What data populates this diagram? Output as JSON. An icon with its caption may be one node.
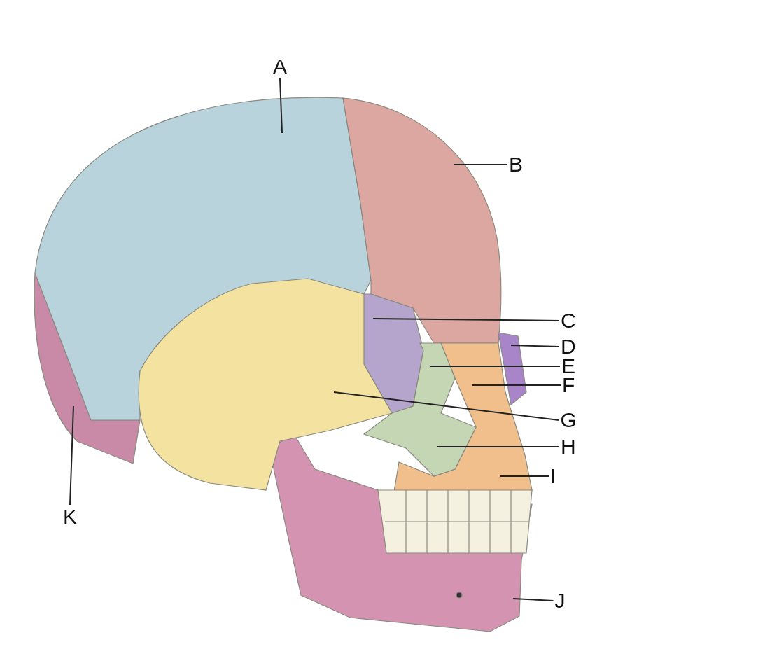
{
  "diagram": {
    "nodes": [
      {
        "text": [
          "A"
        ]
      },
      {
        "text": [
          "B"
        ]
      },
      {
        "text": [
          "C"
        ]
      },
      {
        "text": [
          "D"
        ]
      },
      {
        "text": [
          "E"
        ]
      },
      {
        "text": [
          "F"
        ]
      },
      {
        "text": [
          "G"
        ]
      },
      {
        "text": [
          "H"
        ]
      },
      {
        "text": [
          "I"
        ]
      },
      {
        "text": [
          "J"
        ]
      },
      {
        "text": [
          "K"
        ]
      }
    ],
    "edges": [
      {
        "from": 0,
        "to": null,
        "arrow": "none"
      },
      {
        "from": 1,
        "to": null,
        "arrow": "none"
      },
      {
        "from": 2,
        "to": null,
        "arrow": "none"
      },
      {
        "from": 3,
        "to": null,
        "arrow": "none"
      },
      {
        "from": 4,
        "to": null,
        "arrow": "none"
      },
      {
        "from": 5,
        "to": null,
        "arrow": "none"
      },
      {
        "from": 6,
        "to": null,
        "arrow": "none"
      },
      {
        "from": 7,
        "to": null,
        "arrow": "none"
      },
      {
        "from": 8,
        "to": null,
        "arrow": "none"
      },
      {
        "from": 9,
        "to": null,
        "arrow": "none"
      },
      {
        "from": 10,
        "to": null,
        "arrow": "none"
      }
    ]
  }
}
